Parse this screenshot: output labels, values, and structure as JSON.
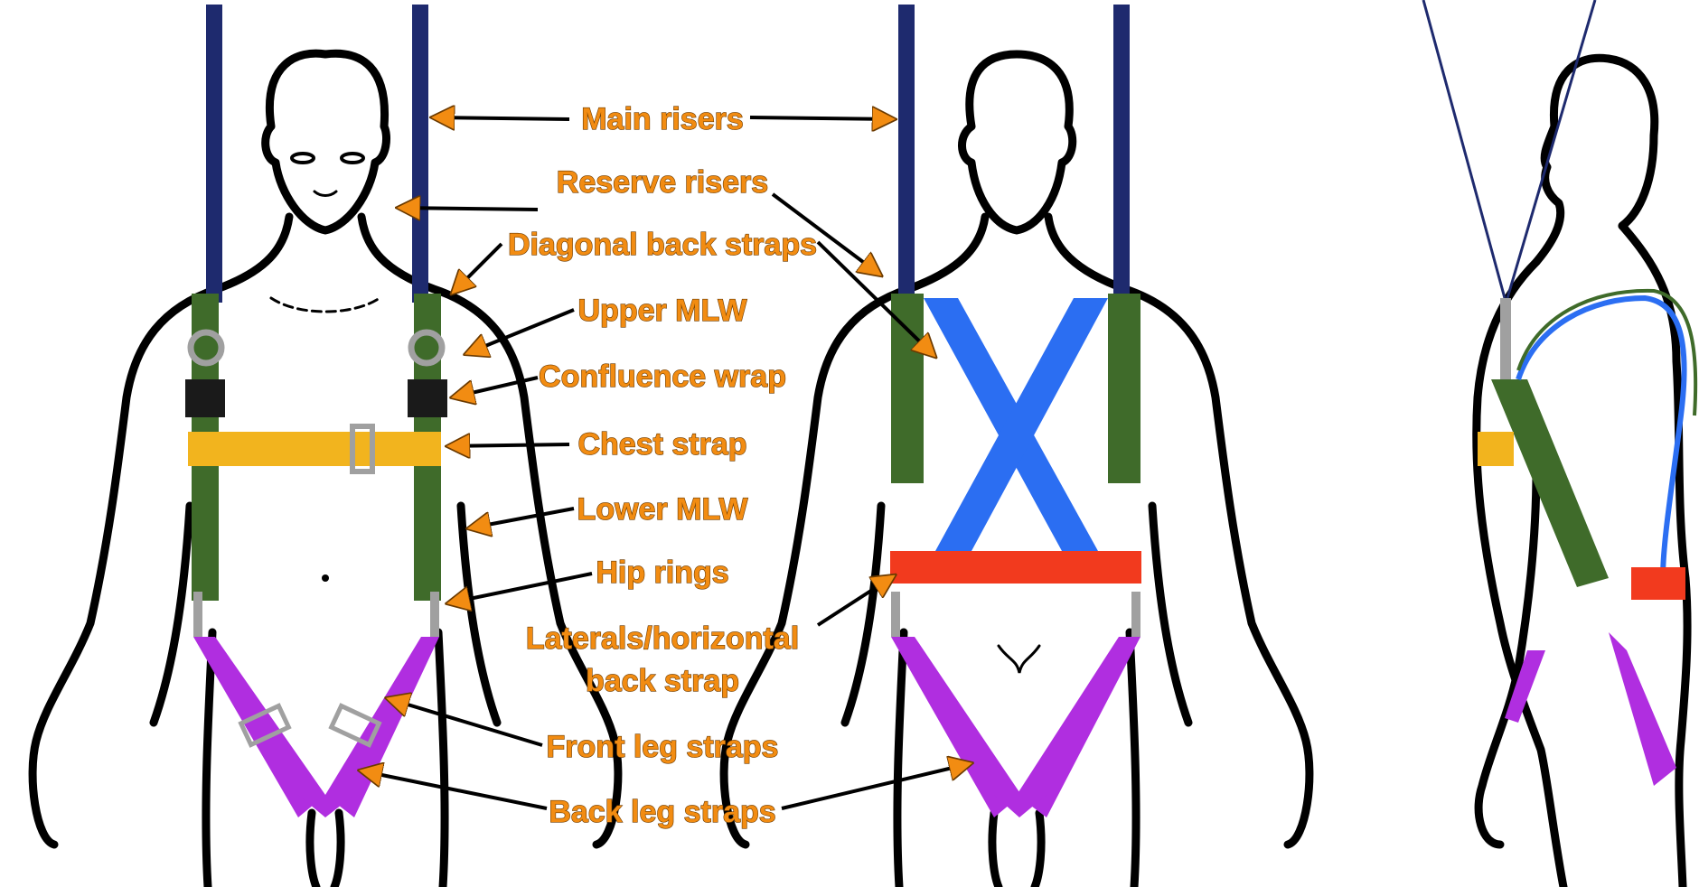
{
  "labels": {
    "main_risers": "Main risers",
    "reserve_risers": "Reserve risers",
    "diagonal_back_straps": "Diagonal back straps",
    "upper_mlw": "Upper MLW",
    "confluence_wrap": "Confluence wrap",
    "chest_strap": "Chest strap",
    "lower_mlw": "Lower MLW",
    "hip_rings": "Hip rings",
    "laterals_line1": "Laterals/horizontal",
    "laterals_line2": "back strap",
    "front_leg_straps": "Front leg straps",
    "back_leg_straps": "Back leg straps"
  },
  "colors": {
    "label": "#f28c12",
    "riser": "#1e2a6e",
    "main_lift_web": "#3f6b2a",
    "chest_strap": "#f2b41e",
    "diagonal_back_straps": "#2b6ef2",
    "horizontal_back_strap": "#f23a1e",
    "leg_straps": "#b02ee0",
    "hardware": "#a0a0a0",
    "confluence_wrap": "#1a1a1a"
  }
}
